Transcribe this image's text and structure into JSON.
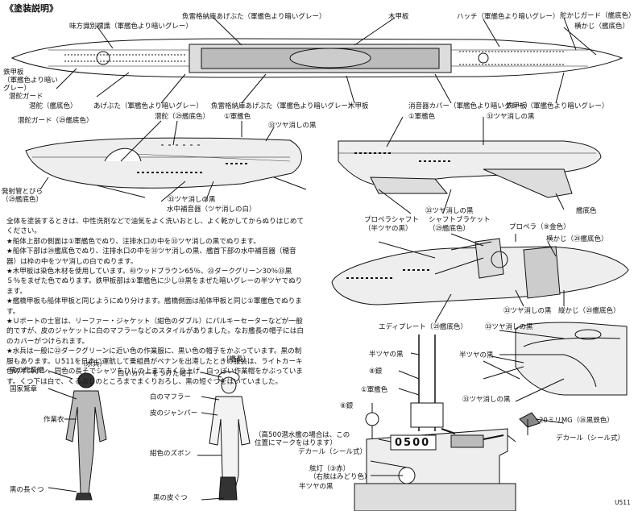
{
  "header": {
    "title": "《塗装説明》"
  },
  "top_view_labels": {
    "deck_skid": "味方識別標識（軍艦色より暗いグレー）",
    "grating_cover": "魚雷格納庫あげぶた（軍艦色より暗いグレー）",
    "wood_deck": "木甲板",
    "hatch": "ハッチ（軍艦色より暗いグレー）",
    "rudder_guard": "舵かじガード（艦底色）",
    "rudder": "横かじ（艦底色）",
    "steel_deck": "鉄甲板\n（軍艦色より暗い\nグレー）",
    "dive_guard": "潜舵ガード",
    "dive_plane": "潜舵（艦底色）",
    "hatch_lid": "あげぶた（軍艦色より暗いグレー）",
    "grating_cover2": "魚雷格納庫あげぶた（軍艦色より暗いグレー）",
    "wood_deck2": "木甲板",
    "exhaust_cover": "消音器カバー（軍艦色より暗いグレー）",
    "steel_deck2": "鉄甲板（軍艦色より暗いグレー）"
  },
  "side_view_labels": {
    "dive_guard": "潜舵ガード（㉙艦底色）",
    "dive_plane": "潜舵（㉙艦底色）",
    "warship_color": "①軍艦色",
    "matte_black": "㉝ツヤ消しの黒",
    "launch_tube": "発射管とびら\n（㉙艦底色）",
    "matte_black2": "㉝ツヤ消しの黒",
    "hydrophone": "水中補音器（ツヤ消しの白）",
    "warship_color2": "①軍艦色",
    "matte_black3": "㉝ツヤ消しの黒",
    "matte_black4": "㉝ツヤ消しの黒",
    "bottom_color": "艦底色"
  },
  "stern_labels": {
    "prop_shaft": "プロペラシャフト\n（半ツヤの黒）",
    "shaft_bracket": "シャフトブラケット\n（㉙艦底色）",
    "propeller": "プロペラ（⑨金色）",
    "rudder": "横かじ（㉙艦底色）",
    "matte_black": "㉝ツヤ消しの黒",
    "vertical_rudder": "縦かじ（㉙艦底色）",
    "eddy_plate": "エディプレート（㉙艦底色）"
  },
  "notes": [
    "全体を塗装するときは、中性洗剤などで油気をよく洗いおとし、よく乾かしてからぬりはじめてください。",
    "★船体上部の側面は①軍艦色でぬり、注排水口の中を㉝ツヤ消しの黒でぬります。",
    "★船体下部は㉙艦底色でぬり、注排水口の中を㉝ツヤ消しの黒、艦首下部の水中補音器（穂音器）は枠の中をツヤ消しの白でぬります。",
    "★木甲板は染色木材を使用しています。㊸ウッドブラウン65％、㉒ダークグリーン30％㉝黒５％をまぜた色でぬります。鉄甲板部は①軍艦色に少し㉝黒をまぜた暗いグレーの半ツヤでぬります。",
    "★艦橋甲板も船体甲板と同じようにぬり分けます。艦橋側面は船体甲板と同じ①軍艦色でぬります。",
    "★Ｕボートの士官は、リーファー・ジャケット（紺色のダブル）にパルキーセーターなどが一般的ですが、皮のジャケットに白のマフラーなどのスタイルがありました。なお艦長の帽子には白のカバーがつけられます。",
    "★水兵は一般に㉒ダークグリーンに近い色の作業服に、黒い色の帽子をかぶっています。黒の制服もあります。Ｕ511を日本に運航して乗組員がペナンを出港したときの服装は、ライトカーキ色の半ズボン、同色の長そでシャツをひじの上までまくり上げ、白っぽい作業帽をかぶっています。くつ下は白で、くるぶしのところまでまくりおろし、黒の短ぐつをはいていました。"
  ],
  "sailor": {
    "caption": "（水兵）",
    "cap": "黒の作業帽",
    "badge": "国家鷲章",
    "uniform": "作業衣",
    "shoes": "黒の長ぐつ"
  },
  "captain": {
    "caption": "（艦長）",
    "hat": "白いカバーをつけた帽子",
    "muffler": "白のマフラー",
    "jacket": "皮のジャンパー",
    "trousers": "紺色のズボン",
    "boots": "黒の皮ぐつ"
  },
  "tower_labels": {
    "semi_gloss": "半ツヤの黒",
    "silver": "⑧銀",
    "warship_color": "①軍艦色",
    "silver2": "⑧銀",
    "number": "0500",
    "number_note": "（高500潜水艦の場合は、この\n位置にマークをはります）",
    "decal": "デカール（シール式）",
    "lamp": "舷灯（③赤）\n（右舷はみどり色）",
    "semi_gloss2": "半ツヤの黒"
  },
  "bridge_labels": {
    "matte_black": "㉝ツヤ消しの黒",
    "semi_gloss": "半ツヤの黒",
    "matte_black2": "㉝ツヤ消しの黒",
    "gun": "20ミリMG（㉖黒鉄色）",
    "decal": "デカール（シール式）"
  },
  "footer": {
    "code": "U511"
  }
}
